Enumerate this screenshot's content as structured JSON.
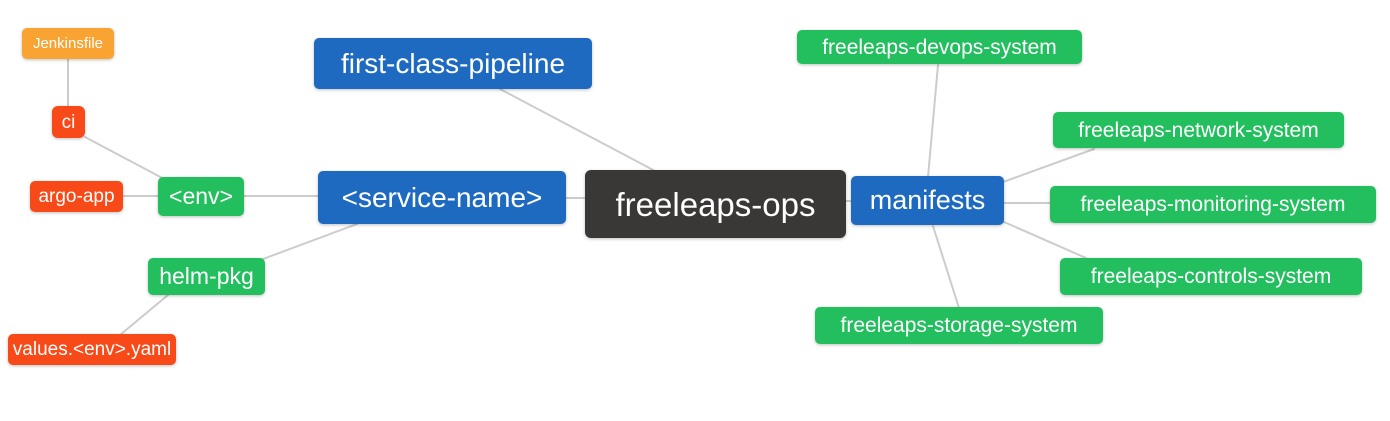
{
  "diagram": {
    "type": "mindmap",
    "root_label": "freeleaps-ops"
  },
  "colors": {
    "blue": "#1e6ac1",
    "green": "#23bf5f",
    "orange": "#f9a432",
    "red_orange": "#f84a18",
    "dark": "#3a3836",
    "edge": "#cccccc",
    "node_text": "#ffffff",
    "background": "#ffffff"
  },
  "nodes": {
    "freeleaps_ops": {
      "label": "freeleaps-ops",
      "color": "#3a3836"
    },
    "first_class_pipeline": {
      "label": "first-class-pipeline",
      "color": "#1e6ac1"
    },
    "service_name": {
      "label": "<service-name>",
      "color": "#1e6ac1"
    },
    "manifests": {
      "label": "manifests",
      "color": "#1e6ac1"
    },
    "env": {
      "label": "<env>",
      "color": "#23bf5f"
    },
    "helm_pkg": {
      "label": "helm-pkg",
      "color": "#23bf5f"
    },
    "argo_app": {
      "label": "argo-app",
      "color": "#f84a18"
    },
    "ci": {
      "label": "ci",
      "color": "#f84a18"
    },
    "jenkinsfile": {
      "label": "Jenkinsfile",
      "color": "#f9a432"
    },
    "values_env_yaml": {
      "label": "values.<env>.yaml",
      "color": "#f84a18"
    },
    "devops_system": {
      "label": "freeleaps-devops-system",
      "color": "#23bf5f"
    },
    "network_system": {
      "label": "freeleaps-network-system",
      "color": "#23bf5f"
    },
    "monitoring_system": {
      "label": "freeleaps-monitoring-system",
      "color": "#23bf5f"
    },
    "controls_system": {
      "label": "freeleaps-controls-system",
      "color": "#23bf5f"
    },
    "storage_system": {
      "label": "freeleaps-storage-system",
      "color": "#23bf5f"
    }
  },
  "edges": [
    [
      "jenkinsfile",
      "ci"
    ],
    [
      "ci",
      "env"
    ],
    [
      "argo_app",
      "env"
    ],
    [
      "env",
      "service_name"
    ],
    [
      "first_class_pipeline",
      "freeleaps_ops"
    ],
    [
      "service_name",
      "freeleaps_ops"
    ],
    [
      "service_name",
      "helm_pkg"
    ],
    [
      "helm_pkg",
      "values_env_yaml"
    ],
    [
      "freeleaps_ops",
      "manifests"
    ],
    [
      "manifests",
      "devops_system"
    ],
    [
      "manifests",
      "network_system"
    ],
    [
      "manifests",
      "monitoring_system"
    ],
    [
      "manifests",
      "controls_system"
    ],
    [
      "manifests",
      "storage_system"
    ]
  ]
}
